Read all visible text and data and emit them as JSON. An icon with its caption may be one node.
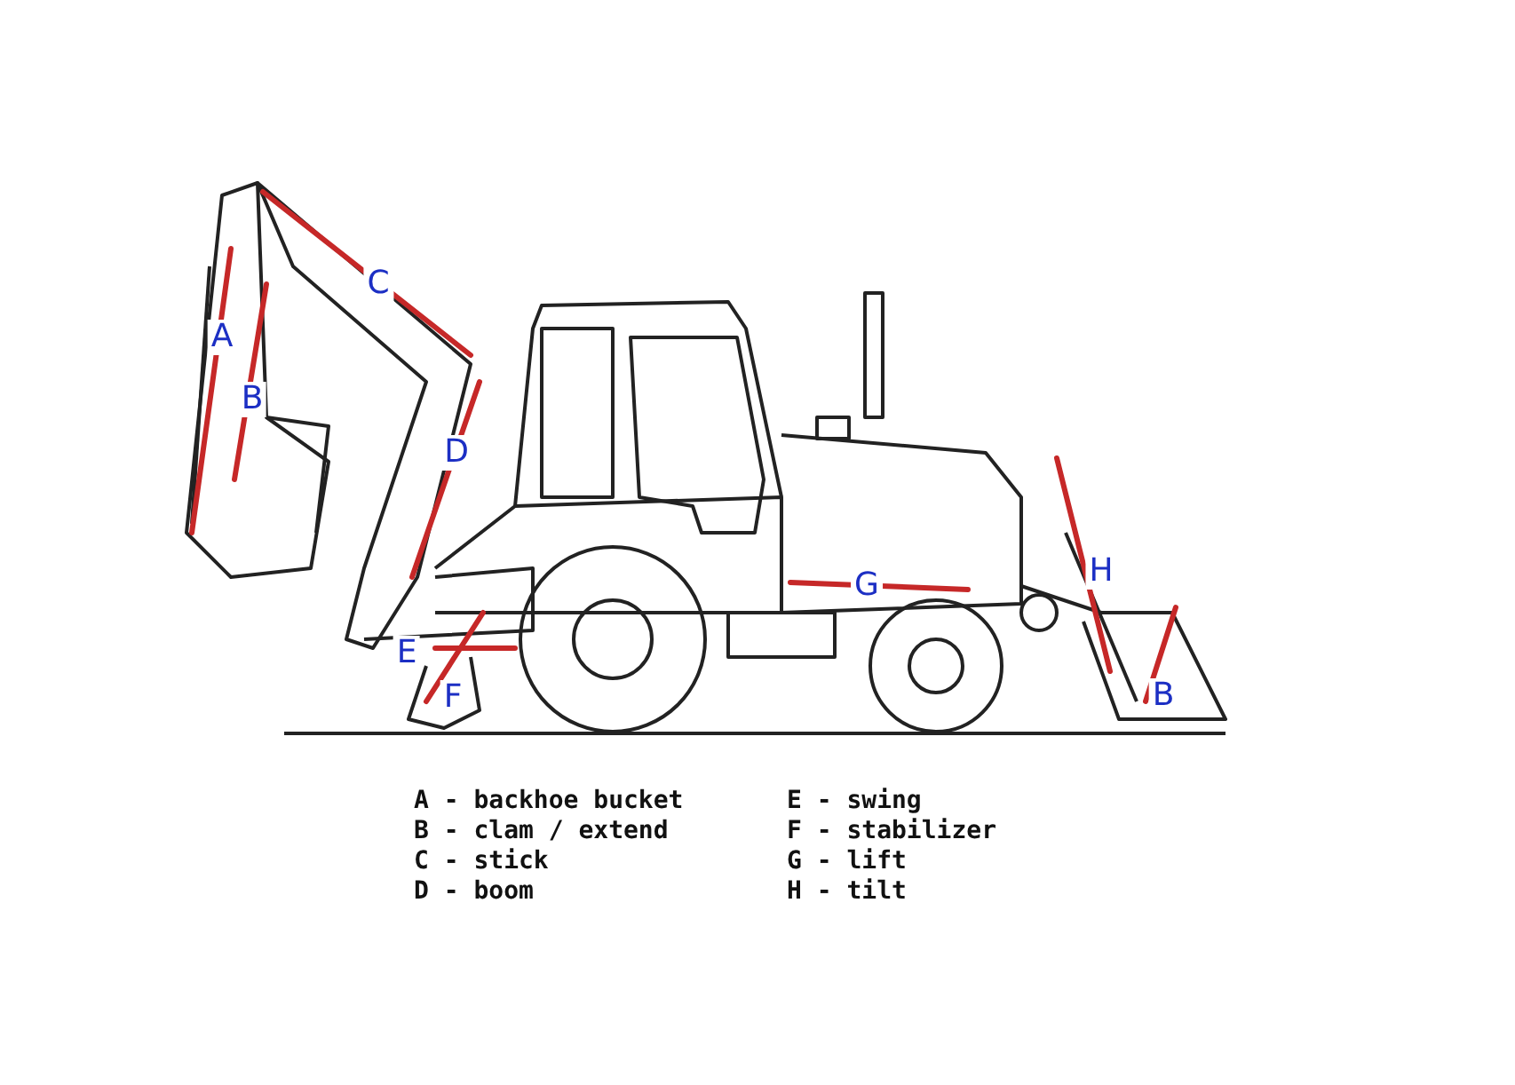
{
  "diagram": {
    "labels": [
      "C",
      "A",
      "B",
      "D",
      "G",
      "H",
      "E",
      "F",
      "B",
      "A - backhoe bucket",
      "E - swing",
      "B - clam / extend",
      "F - stabilizer",
      "C - stick",
      "G - lift",
      "D - boom",
      "H - tilt"
    ]
  }
}
